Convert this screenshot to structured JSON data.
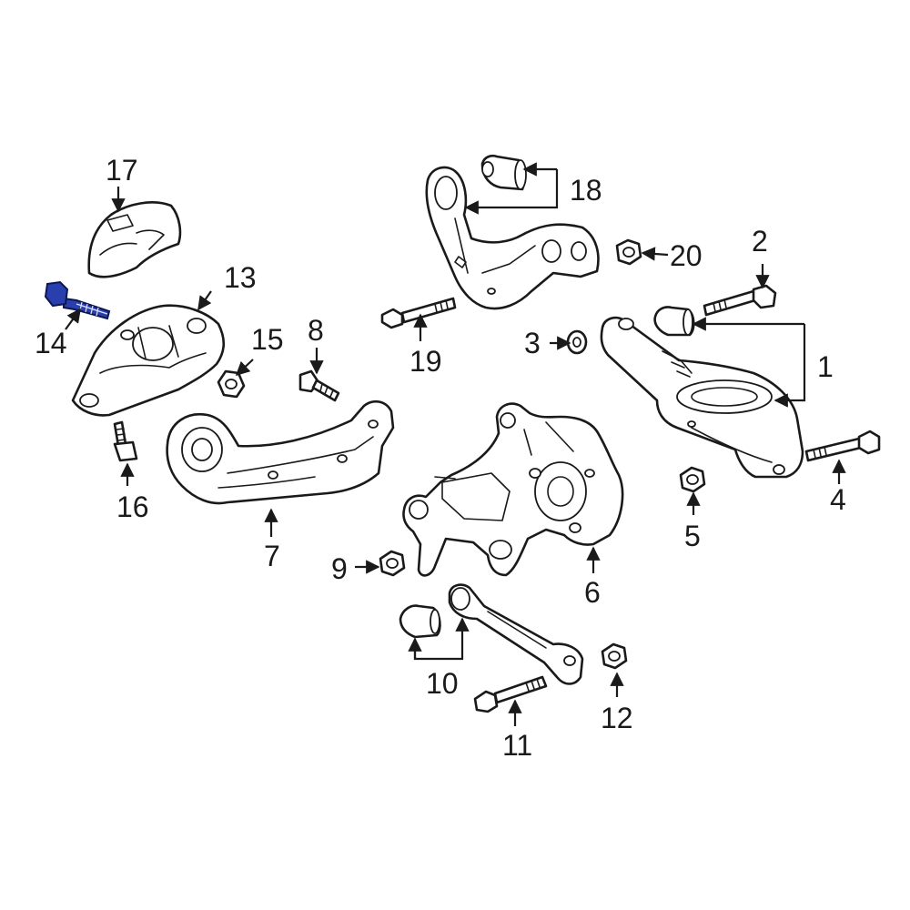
{
  "diagram": {
    "highlight_color": "#2a3fae",
    "line_color": "#1a1a1a",
    "callouts": [
      "1",
      "2",
      "3",
      "4",
      "5",
      "6",
      "7",
      "8",
      "9",
      "10",
      "11",
      "12",
      "13",
      "14",
      "15",
      "16",
      "17",
      "18",
      "19",
      "20"
    ],
    "highlighted_callout": "14"
  }
}
